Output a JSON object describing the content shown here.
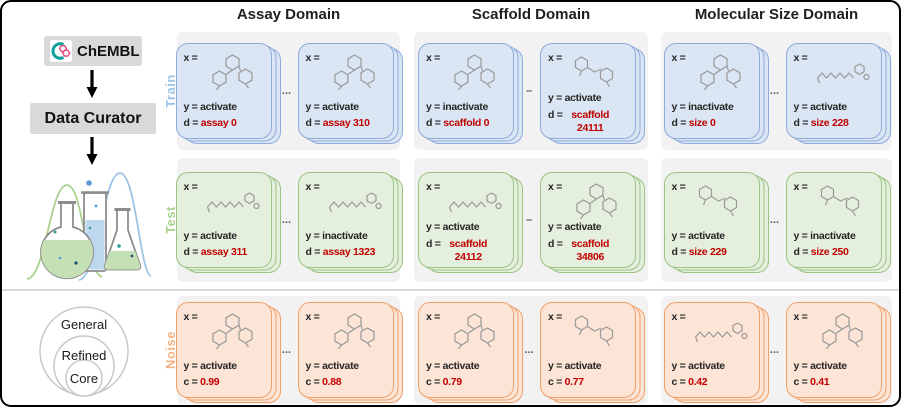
{
  "left": {
    "source_label": "ChEMBL",
    "curator_label": "Data Curator",
    "subsets": [
      "General",
      "Refined",
      "Core"
    ]
  },
  "rows": {
    "train": "Train",
    "test": "Test",
    "noise": "Noise"
  },
  "colors": {
    "train_label": "#9dc3e6",
    "test_label": "#a9d18e",
    "noise_label": "#f4b183",
    "train_card_fill": "#dae6f3",
    "train_card_border": "#8faadc",
    "test_card_fill": "#e4f0dd",
    "test_card_border": "#9dc284",
    "noise_card_fill": "#fce4d6",
    "noise_card_border": "#efa06a",
    "panel_background": "#f2f2f2",
    "value_red": "#c00000"
  },
  "domains": [
    {
      "title": "Assay Domain",
      "train": {
        "sep": "...",
        "cards": [
          {
            "x": "x =",
            "y": "y = activate",
            "key": "d = ",
            "value": "assay 0"
          },
          {
            "x": "x =",
            "y": "y = activate",
            "key": "d = ",
            "value": "assay 310"
          }
        ]
      },
      "test": {
        "sep": "...",
        "cards": [
          {
            "x": "x =",
            "y": "y = activate",
            "key": "d = ",
            "value": "assay 311"
          },
          {
            "x": "x =",
            "y": "y = inactivate",
            "key": "d = ",
            "value": "assay 1323"
          }
        ]
      },
      "noise": {
        "sep": "...",
        "cards": [
          {
            "x": "x =",
            "y": "y = activate",
            "key": "c = ",
            "value": "0.99"
          },
          {
            "x": "x =",
            "y": "y = activate",
            "key": "c = ",
            "value": "0.88"
          }
        ]
      }
    },
    {
      "title": "Scaffold Domain",
      "train": {
        "sep": "–",
        "cards": [
          {
            "x": "x =",
            "y": "y = inactivate",
            "key": "d = ",
            "value": "scaffold 0"
          },
          {
            "x": "x =",
            "y": "y = activate",
            "key": "d = ",
            "value": "scaffold 24111"
          }
        ]
      },
      "test": {
        "sep": "–",
        "cards": [
          {
            "x": "x =",
            "y": "y = activate",
            "key": "d = ",
            "value": "scaffold 24112"
          },
          {
            "x": "x =",
            "y": "y = activate",
            "key": "d = ",
            "value": "scaffold 34806"
          }
        ]
      },
      "noise": {
        "sep": "...",
        "cards": [
          {
            "x": "x =",
            "y": "y = activate",
            "key": "c = ",
            "value": "0.79"
          },
          {
            "x": "x =",
            "y": "y = activate",
            "key": "c = ",
            "value": "0.77"
          }
        ]
      }
    },
    {
      "title": "Molecular Size Domain",
      "train": {
        "sep": "...",
        "cards": [
          {
            "x": "x =",
            "y": "y = inactivate",
            "key": "d = ",
            "value": "size 0"
          },
          {
            "x": "x =",
            "y": "y = activate",
            "key": "d = ",
            "value": "size 228"
          }
        ]
      },
      "test": {
        "sep": "...",
        "cards": [
          {
            "x": "x =",
            "y": "y = activate",
            "key": "d = ",
            "value": "size 229"
          },
          {
            "x": "x =",
            "y": "y = inactivate",
            "key": "d = ",
            "value": "size 250"
          }
        ]
      },
      "noise": {
        "sep": "...",
        "cards": [
          {
            "x": "x =",
            "y": "y = activate",
            "key": "c = ",
            "value": "0.42"
          },
          {
            "x": "x =",
            "y": "y = activate",
            "key": "c = ",
            "value": "0.41"
          }
        ]
      }
    }
  ]
}
